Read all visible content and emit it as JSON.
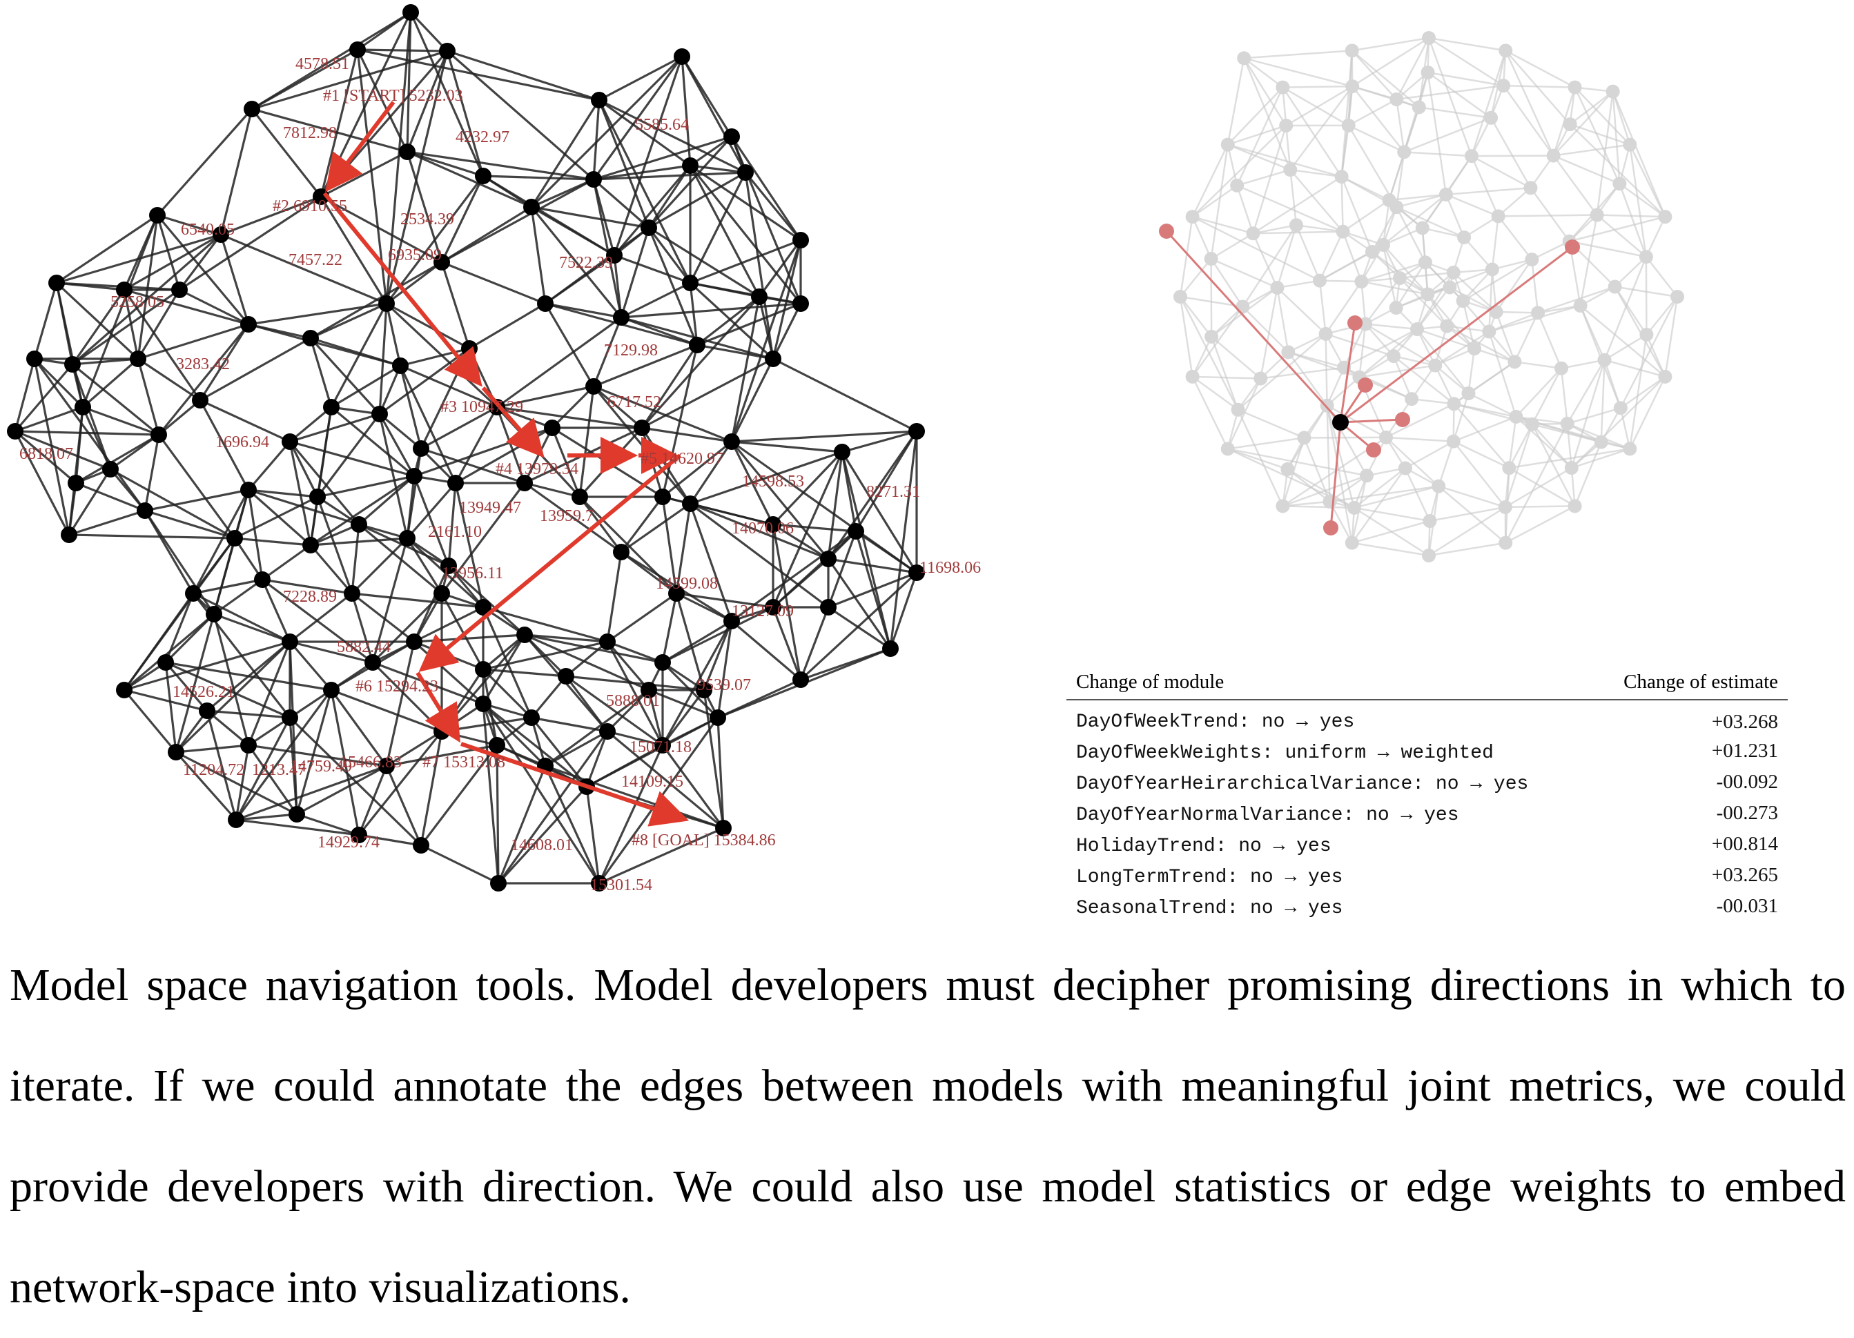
{
  "left_graph": {
    "node_labels": [
      "4578.51",
      "#1 [START] 5232.03",
      "7812.98",
      "4232.97",
      "5585.64",
      "#2 6910.55",
      "6540.05",
      "2534.39",
      "7457.22",
      "6935.09",
      "7522.39",
      "5258.05",
      "3283.42",
      "7129.98",
      "#3 10947.29",
      "6717.52",
      "1696.94",
      "6818.07",
      "#4 13979.34",
      "#5 14620.97",
      "14598.53",
      "8271.31",
      "13949.47",
      "13959.7",
      "2161.10",
      "14070.06",
      "11698.06",
      "13956.11",
      "14599.08",
      "7228.89",
      "13127.09",
      "5882.44",
      "#6 15294.23",
      "9539.07",
      "14526.21",
      "5888.01",
      "15071.18",
      "11204.72",
      "1213.47",
      "14759.49",
      "15466.83",
      "#7 15313.08",
      "14109.15",
      "14929.74",
      "14608.01",
      "#8 [GOAL] 15384.86",
      "15301.54"
    ]
  },
  "right_graph": {},
  "table": {
    "header_module": "Change of module",
    "header_estimate": "Change of estimate",
    "rows": [
      {
        "module": "DayOfWeekTrend: no → yes",
        "estimate": "+03.268"
      },
      {
        "module": "DayOfWeekWeights: uniform → weighted",
        "estimate": "+01.231"
      },
      {
        "module": "DayOfYearHeirarchicalVariance: no → yes",
        "estimate": "-00.092"
      },
      {
        "module": "DayOfYearNormalVariance: no → yes",
        "estimate": "-00.273"
      },
      {
        "module": "HolidayTrend: no → yes",
        "estimate": "+00.814"
      },
      {
        "module": "LongTermTrend: no → yes",
        "estimate": "+03.265"
      },
      {
        "module": "SeasonalTrend: no → yes",
        "estimate": "-00.031"
      }
    ]
  },
  "caption": "Model space navigation tools. Model developers must decipher promising directions in which to iterate. If we could annotate the edges between models with meaningful joint metrics, we could provide developers with direction. We could also use model statistics or edge weights to embed network-space into visualizations.",
  "colors": {
    "edge": "#222222",
    "node": "#000000",
    "path": "#e03a2c",
    "label": "#a03a3a",
    "faded_node": "#d6d6d6",
    "faded_edge": "#dddddd",
    "highlight": "#d97a7a"
  }
}
